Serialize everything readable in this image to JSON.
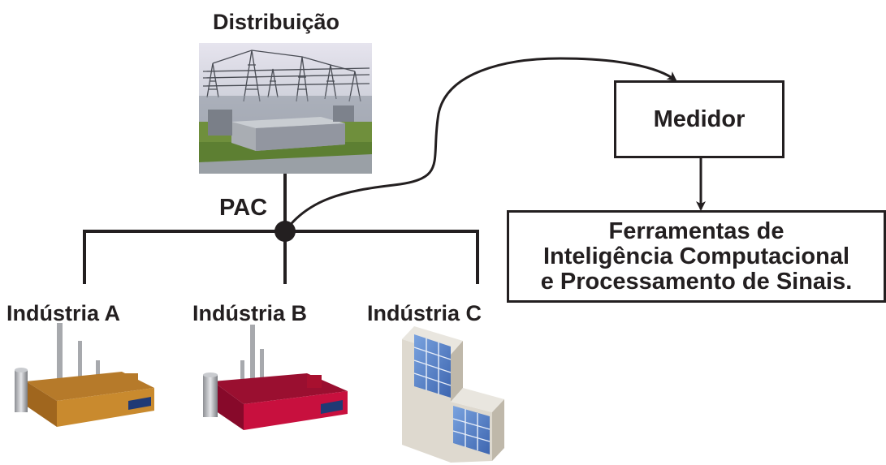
{
  "distribution": {
    "title": "Distribuição"
  },
  "pac": {
    "label": "PAC"
  },
  "meter": {
    "label": "Medidor"
  },
  "tools": {
    "line1": "Ferramentas de",
    "line2": "Inteligência Computacional",
    "line3": "e Processamento de Sinais."
  },
  "industries": [
    {
      "label": "Indústria A",
      "icon": "factory-orange-icon",
      "color": "#c98a2e"
    },
    {
      "label": "Indústria B",
      "icon": "factory-red-icon",
      "color": "#c8103e"
    },
    {
      "label": "Indústria C",
      "icon": "glass-building-icon",
      "color": "#4a73b8"
    }
  ],
  "colors": {
    "line": "#231f20"
  }
}
